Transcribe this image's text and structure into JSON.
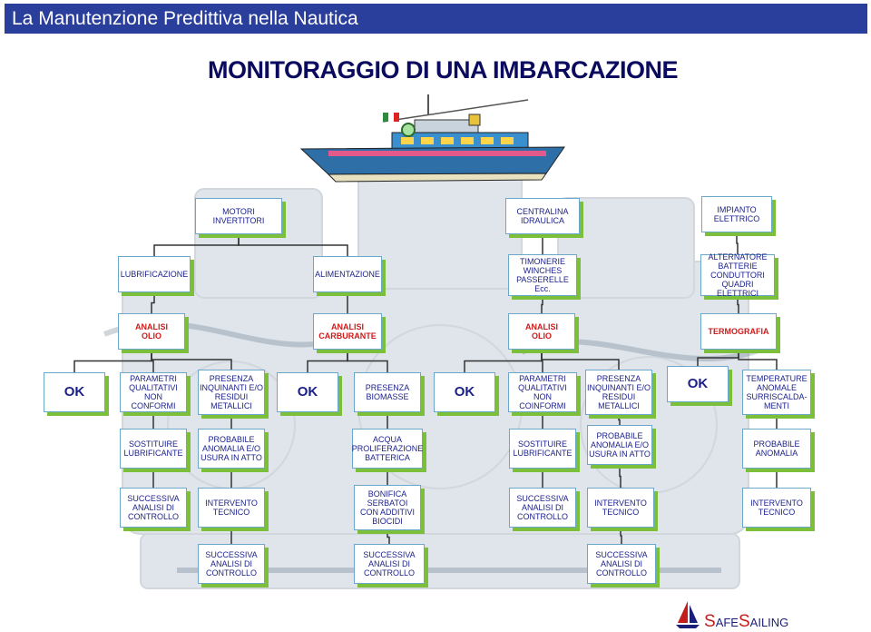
{
  "slide": {
    "header": "La Manutenzione Predittiva nella Nautica",
    "title": "MONITORAGGIO DI UNA IMBARCAZIONE"
  },
  "nodes": [
    {
      "id": "motori",
      "text": "MOTORI\nINVERTITORI"
    },
    {
      "id": "centralina",
      "text": "CENTRALINA\nIDRAULICA"
    },
    {
      "id": "impianto",
      "text": "IMPIANTO\nELETTRICO"
    },
    {
      "id": "lubrificazione",
      "text": "LUBRIFICAZIONE"
    },
    {
      "id": "alimentazione",
      "text": "ALIMENTAZIONE"
    },
    {
      "id": "timonerie",
      "text": "TIMONERIE\nWINCHES\nPASSERELLE\nEcc."
    },
    {
      "id": "alternatore",
      "text": "ALTERNATORE\nBATTERIE\nCONDUTTORI\nQUADRI ELETTRICI"
    },
    {
      "id": "analisi_olio1",
      "text": "ANALISI\nOLIO",
      "style": "red"
    },
    {
      "id": "analisi_carburante",
      "text": "ANALISI\nCARBURANTE",
      "style": "red"
    },
    {
      "id": "analisi_olio2",
      "text": "ANALISI\nOLIO",
      "style": "red"
    },
    {
      "id": "termografia",
      "text": "TERMOGRAFIA",
      "style": "red"
    },
    {
      "id": "ok1",
      "text": "OK",
      "style": "ok"
    },
    {
      "id": "parametri1",
      "text": "PARAMETRI\nQUALITATIVI\nNON CONFORMI"
    },
    {
      "id": "presenza_inq1",
      "text": "PRESENZA\nINQUINANTI E/O\nRESIDUI\nMETALLICI"
    },
    {
      "id": "ok2",
      "text": "OK",
      "style": "ok"
    },
    {
      "id": "presenza_bio",
      "text": "PRESENZA\nBIOMASSE"
    },
    {
      "id": "ok3",
      "text": "OK",
      "style": "ok"
    },
    {
      "id": "parametri2",
      "text": "PARAMETRI\nQUALITATIVI\nNON COINFORMI"
    },
    {
      "id": "presenza_inq2",
      "text": "PRESENZA\nINQUINANTI E/O\nRESIDUI\nMETALLICI"
    },
    {
      "id": "ok4",
      "text": "OK",
      "style": "ok"
    },
    {
      "id": "temperature",
      "text": "TEMPERATURE\nANOMALE\nSURRISCALDA-\nMENTI"
    },
    {
      "id": "sostituire1",
      "text": "SOSTITUIRE\nLUBRIFICANTE"
    },
    {
      "id": "probabile1",
      "text": "PROBABILE\nANOMALIA E/O\nUSURA IN ATTO"
    },
    {
      "id": "acqua",
      "text": "ACQUA\nPROLIFERAZIONE\nBATTERICA"
    },
    {
      "id": "sostituire2",
      "text": "SOSTITUIRE\nLUBRIFICANTE"
    },
    {
      "id": "probabile2",
      "text": "PROBABILE\nANOMALIA E/O\nUSURA IN ATTO"
    },
    {
      "id": "probabile3",
      "text": "PROBABILE\nANOMALIA"
    },
    {
      "id": "succ1",
      "text": "SUCCESSIVA\nANALISI DI\nCONTROLLO"
    },
    {
      "id": "interv1",
      "text": "INTERVENTO\nTECNICO"
    },
    {
      "id": "bonifica",
      "text": "BONIFICA\nSERBATOI\nCON ADDITIVI\nBIOCIDI"
    },
    {
      "id": "succ2",
      "text": "SUCCESSIVA\nANALISI DI\nCONTROLLO"
    },
    {
      "id": "interv2",
      "text": "INTERVENTO\nTECNICO"
    },
    {
      "id": "interv3",
      "text": "INTERVENTO\nTECNICO"
    },
    {
      "id": "succ3",
      "text": "SUCCESSIVA\nANALISI DI\nCONTROLLO"
    },
    {
      "id": "succ4",
      "text": "SUCCESSIVA\nANALISI DI\nCONTROLLO"
    },
    {
      "id": "succ5",
      "text": "SUCCESSIVA\nANALISI DI\nCONTROLLO"
    }
  ],
  "edges": [
    [
      "motori",
      "lubrificazione"
    ],
    [
      "motori",
      "alimentazione"
    ],
    [
      "centralina",
      "timonerie"
    ],
    [
      "impianto",
      "alternatore"
    ],
    [
      "lubrificazione",
      "analisi_olio1"
    ],
    [
      "alimentazione",
      "analisi_carburante"
    ],
    [
      "timonerie",
      "analisi_olio2"
    ],
    [
      "alternatore",
      "termografia"
    ],
    [
      "analisi_olio1",
      "ok1"
    ],
    [
      "analisi_olio1",
      "parametri1"
    ],
    [
      "analisi_olio1",
      "presenza_inq1"
    ],
    [
      "analisi_carburante",
      "ok2"
    ],
    [
      "analisi_carburante",
      "presenza_bio"
    ],
    [
      "analisi_olio2",
      "ok3"
    ],
    [
      "analisi_olio2",
      "parametri2"
    ],
    [
      "analisi_olio2",
      "presenza_inq2"
    ],
    [
      "termografia",
      "ok4"
    ],
    [
      "termografia",
      "temperature"
    ],
    [
      "parametri1",
      "sostituire1"
    ],
    [
      "presenza_inq1",
      "probabile1"
    ],
    [
      "presenza_bio",
      "acqua"
    ],
    [
      "parametri2",
      "sostituire2"
    ],
    [
      "presenza_inq2",
      "probabile2"
    ],
    [
      "temperature",
      "probabile3"
    ],
    [
      "sostituire1",
      "succ1"
    ],
    [
      "probabile1",
      "interv1"
    ],
    [
      "acqua",
      "bonifica"
    ],
    [
      "sostituire2",
      "succ2"
    ],
    [
      "probabile2",
      "interv2"
    ],
    [
      "probabile3",
      "interv3"
    ],
    [
      "interv1",
      "succ3"
    ],
    [
      "bonifica",
      "succ4"
    ],
    [
      "interv2",
      "succ5"
    ]
  ],
  "logo": {
    "s1": "S",
    "rest1": "AFE",
    "s2": "S",
    "rest2": "AILING"
  },
  "colors": {
    "header_bar": "#2a3e9b",
    "box_border": "#6aa7c9",
    "box_shadow": "#7bbf3a",
    "node_text": "#1a1f8a",
    "analysis_text": "#d01a1a",
    "connector": "#333333"
  }
}
